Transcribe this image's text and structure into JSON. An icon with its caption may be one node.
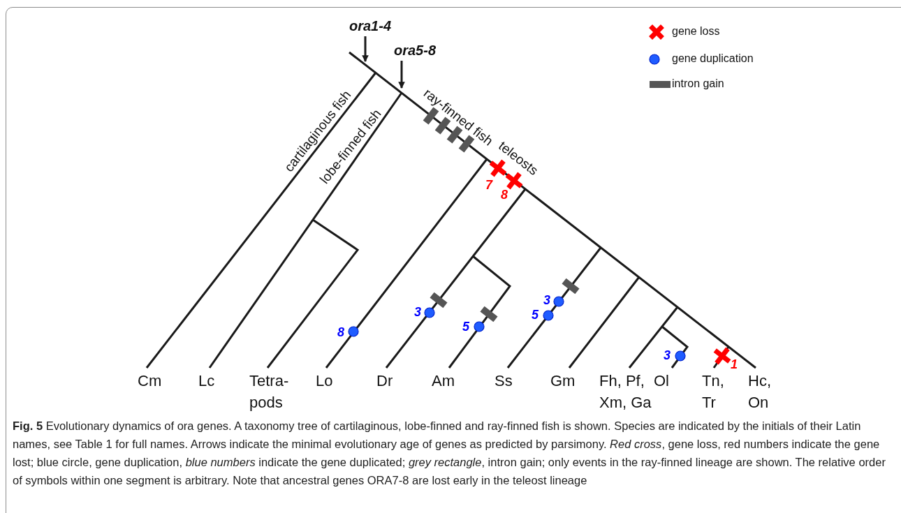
{
  "diagram": {
    "nodes": [
      {
        "text": [
          "ora1-4"
        ]
      },
      {
        "text": [
          "ora5-8"
        ]
      },
      {
        "text": [],
        "shape": "picture"
      }
    ],
    "edges": [
      {
        "from": 0,
        "to": 2,
        "arrow": "to"
      },
      {
        "from": 1,
        "to": 2,
        "arrow": "to"
      }
    ],
    "labels": [
      "cartilaginous fish",
      "lobe-finned fish",
      "ray-finned fish",
      "teleosts",
      "7",
      "8",
      "8",
      "3",
      "5",
      "3",
      "5",
      "3",
      "1",
      "Cm",
      "Lc",
      "Tetra- pods",
      "Lo",
      "Dr",
      "Am",
      "Ss",
      "Gm",
      "Fh, Pf, Xm, Ga",
      "Ol",
      "Tn, Tr",
      "Hc, On"
    ],
    "legend": [
      {
        "text": "gene loss"
      },
      {
        "text": "gene duplication"
      },
      {
        "text": "intron gain"
      }
    ],
    "caption": "**Fig. 5** Evolutionary dynamics of ora genes. A taxonomy tree of cartilaginous, lobe-finned and ray-finned fish is shown. Species are indicated by the initials of their Latin names, see Table 1 for full names. Arrows indicate the minimal evolutionary age of genes as predicted by parsimony. *Red cross*, gene loss, red numbers indicate the gene lost; blue circle, gene duplication, *blue numbers* indicate the gene duplicated; *grey rectangle*, intron gain; only events in the ray-finned lineage are shown. The relative order of symbols within one segment is arbitrary. Note that ancestral genes ORA7-8 are lost early in the teleost lineage"
  }
}
